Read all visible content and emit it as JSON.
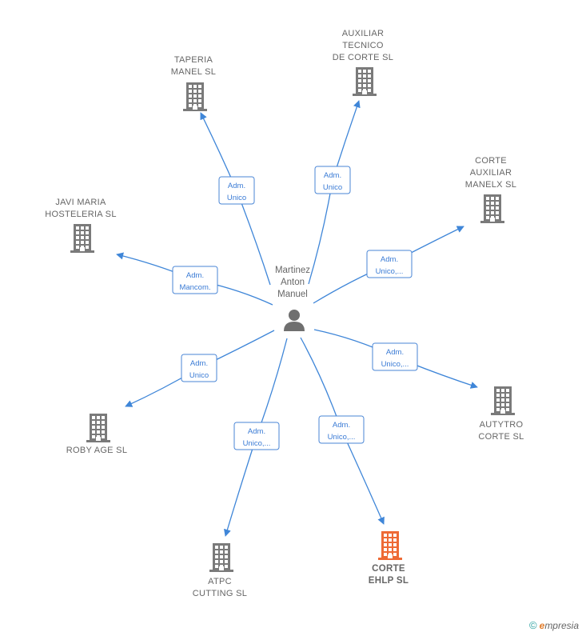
{
  "center": {
    "label_lines": [
      "Martinez",
      "Anton",
      "Manuel"
    ],
    "icon": "person-icon"
  },
  "colors": {
    "edge": "#3f86d8",
    "company": "#7a7a7a",
    "highlight": "#ee6a35"
  },
  "nodes": [
    {
      "id": "taperia",
      "label_lines": [
        "TAPERIA",
        "MANEL SL"
      ],
      "icon": "building-icon",
      "highlight": false,
      "edge_label_lines": [
        "Adm.",
        "Unico"
      ]
    },
    {
      "id": "auxiliar",
      "label_lines": [
        "AUXILIAR",
        "TECNICO",
        "DE CORTE  SL"
      ],
      "icon": "building-icon",
      "highlight": false,
      "edge_label_lines": [
        "Adm.",
        "Unico"
      ]
    },
    {
      "id": "corte-auxiliar",
      "label_lines": [
        "CORTE",
        "AUXILIAR",
        "MANELX  SL"
      ],
      "icon": "building-icon",
      "highlight": false,
      "edge_label_lines": [
        "Adm.",
        "Unico,..."
      ]
    },
    {
      "id": "javi",
      "label_lines": [
        "JAVI MARIA",
        "HOSTELERIA SL"
      ],
      "icon": "building-icon",
      "highlight": false,
      "edge_label_lines": [
        "Adm.",
        "Mancom."
      ]
    },
    {
      "id": "autytro",
      "label_lines": [
        "AUTYTRO",
        "CORTE  SL"
      ],
      "icon": "building-icon",
      "highlight": false,
      "edge_label_lines": [
        "Adm.",
        "Unico,..."
      ]
    },
    {
      "id": "roby",
      "label_lines": [
        "ROBY AGE SL"
      ],
      "icon": "building-icon",
      "highlight": false,
      "edge_label_lines": [
        "Adm.",
        "Unico"
      ]
    },
    {
      "id": "atpc",
      "label_lines": [
        "ATPC",
        "CUTTING  SL"
      ],
      "icon": "building-icon",
      "highlight": false,
      "edge_label_lines": [
        "Adm.",
        "Unico,..."
      ]
    },
    {
      "id": "corte-ehlp",
      "label_lines": [
        "CORTE",
        "EHLP  SL"
      ],
      "icon": "building-icon",
      "highlight": true,
      "edge_label_lines": [
        "Adm.",
        "Unico,..."
      ]
    }
  ],
  "footer": {
    "copyright": "©",
    "brand_initial": "e",
    "brand_rest": "mpresia"
  }
}
